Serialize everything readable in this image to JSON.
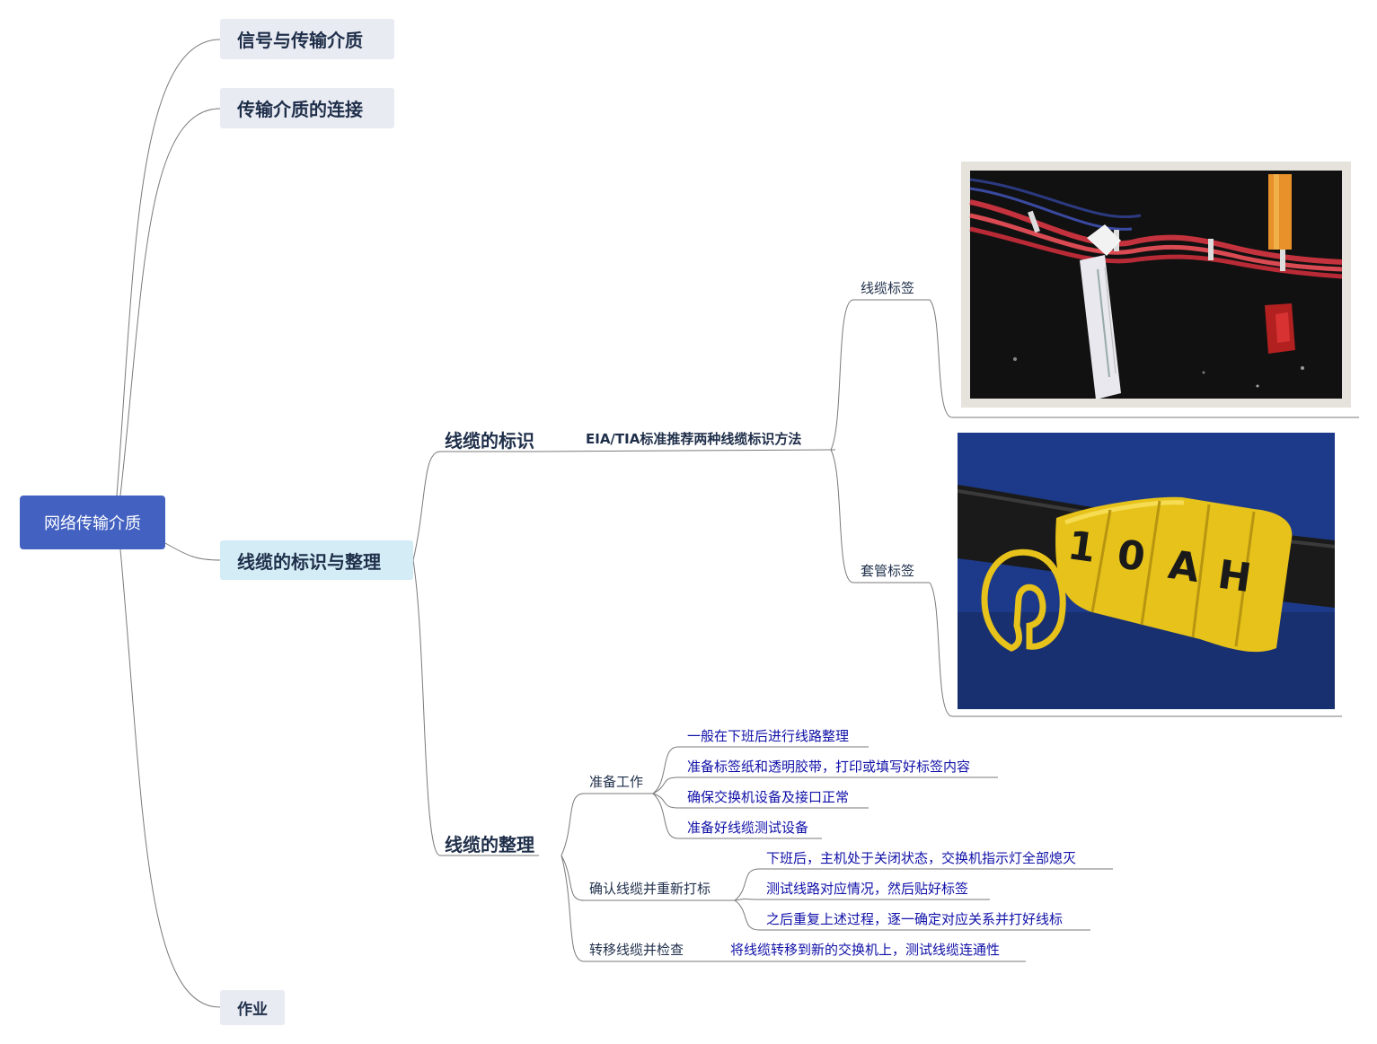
{
  "root": {
    "label": "网络传输介质"
  },
  "level1": {
    "signal": "信号与传输介质",
    "connection": "传输介质的连接",
    "cable_mgmt": "线缆的标识与整理",
    "homework": "作业"
  },
  "identification": {
    "title": "线缆的标识",
    "method": "EIA/TIA标准推荐两种线缆标识方法",
    "tag_label": "线缆标签",
    "sleeve_label": "套管标签",
    "sleeve_chars": [
      "1",
      "0",
      "A",
      "H"
    ]
  },
  "organization": {
    "title": "线缆的整理",
    "prep": {
      "label": "准备工作",
      "items": [
        "一般在下班后进行线路整理",
        "准备标签纸和透明胶带，打印或填写好标签内容",
        "确保交换机设备及接口正常",
        "准备好线缆测试设备"
      ]
    },
    "confirm": {
      "label": "确认线缆并重新打标",
      "items": [
        "下班后，主机处于关闭状态，交换机指示灯全部熄灭",
        "测试线路对应情况，然后贴好标签",
        "之后重复上述过程，逐一确定对应关系并打好线标"
      ]
    },
    "transfer": {
      "label": "转移线缆并检查",
      "item": "将线缆转移到新的交换机上，测试线缆连通性"
    }
  },
  "colors": {
    "root_bg": "#4361c1",
    "node_bg": "#e9ebf3",
    "active_bg": "#d3ecf6",
    "leaf_text": "#1010a8",
    "line": "#777777"
  }
}
